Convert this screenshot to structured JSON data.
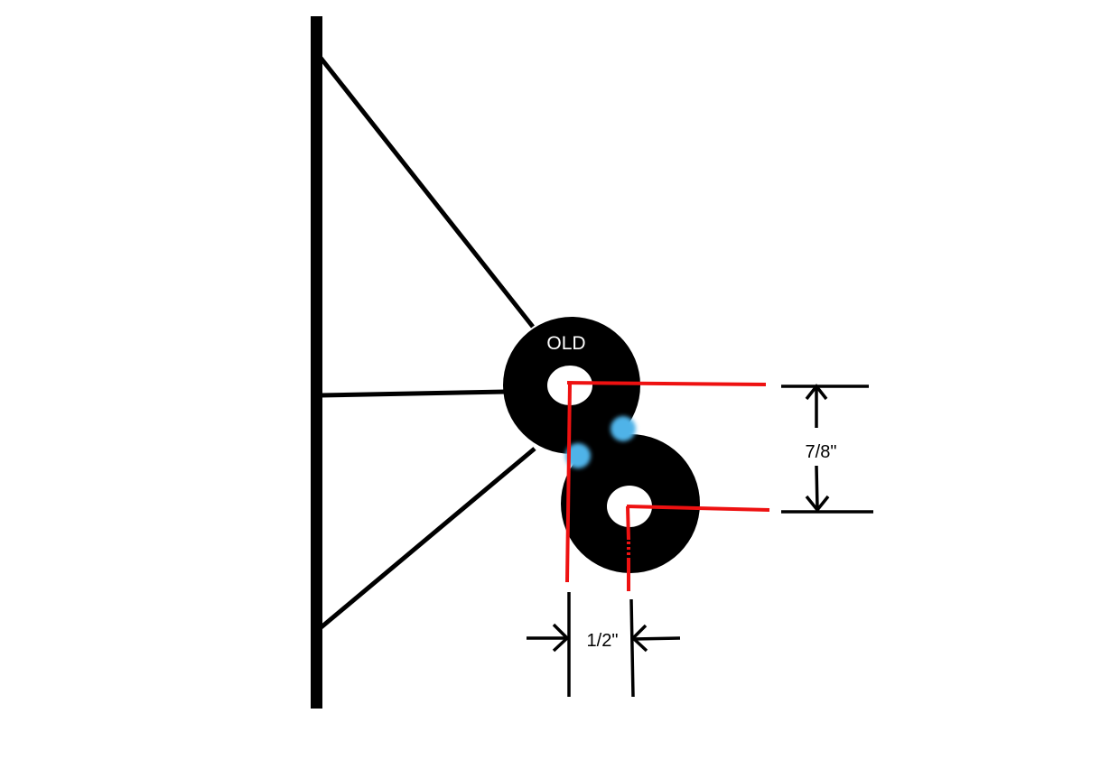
{
  "diagram": {
    "old_label": "OLD",
    "vertical_dimension": "7/8\"",
    "horizontal_dimension": "1/2\"",
    "colors": {
      "ink": "#000000",
      "guide": "#ee1111",
      "marker": "#4fb3e8",
      "background": "#ffffff"
    }
  }
}
